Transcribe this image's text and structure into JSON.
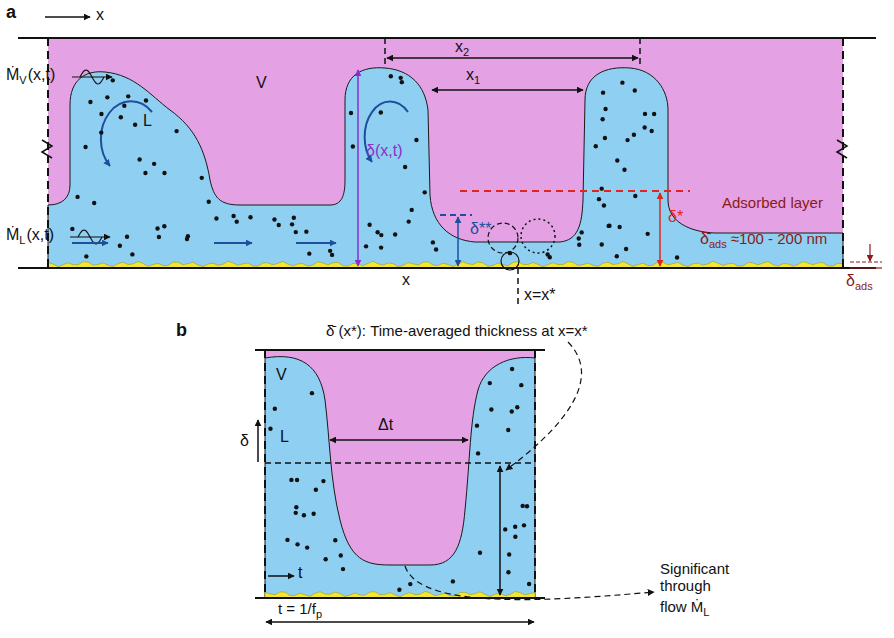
{
  "diagram": {
    "labels": [
      "a",
      "x",
      "Ṁ",
      "V",
      "(x,t)",
      "Ṁ",
      "L",
      "(x,t)",
      "L",
      "V",
      "x",
      "2",
      "x",
      "1",
      "δ(x,t)",
      "δ**",
      "δ*",
      "Adsorbed layer",
      "δ̄",
      "ads",
      "≈100 - 200 nm",
      "δ",
      "ads",
      "x",
      "x=x*",
      "b",
      "δ̄ (x*): Time-averaged thickness at x=x*",
      "V",
      "L",
      "Δt",
      "δ",
      "t",
      "t = 1/f",
      "p",
      "Significant through",
      "flow Ṁ",
      "L"
    ]
  }
}
